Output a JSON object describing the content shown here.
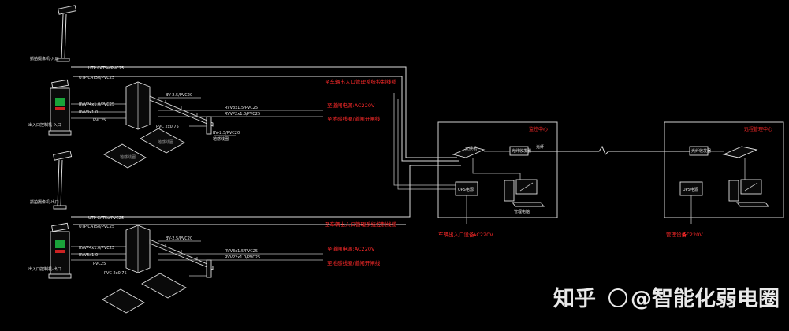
{
  "diagram": {
    "control_room_label": "监控中心",
    "remote_room_label": "远程管理中心",
    "power_label_a": "AC220V",
    "power_label_b": "AC220V",
    "power_prefix": "车辆出入口设备:",
    "power_prefix_b": "管理设备:",
    "top_cable": {
      "red_title": "至车辆出入口管理系统控制线缆",
      "red_power": "至道闸电源:AC220V",
      "red_loop": "至地感线圈/道闸开闸线",
      "cable_a": "UTP CAT5e/PVC25",
      "cable_b": "UTP CAT5e/PVC25",
      "cable_c": "RVVP4x1.0/PVC25",
      "cable_d": "RVV3x1.0",
      "cable_e": "PVC25",
      "cable_f": "RVV3x1.5/PVC25",
      "cable_g": "RVVP2x1.0/PVC25",
      "cable_h": "BV-2.5/PVC20",
      "cable_i": "PVC 2x0.75",
      "cable_j": "BV-2.5/PVC20",
      "loop_caption": "地感线圈"
    },
    "bottom_cable": {
      "red_title": "至车辆出入口管理系统控制线缆",
      "red_power": "至道闸电源:AC220V",
      "red_loop": "至地感线圈/道闸开闸线",
      "cable_a": "UTP CAT5e/PVC25",
      "cable_b": "UTP CAT5e/PVC25",
      "cable_c": "RVVP4x1.0/PVC25",
      "cable_d": "RVV3x1.0",
      "cable_e": "PVC25",
      "cable_f": "RVV3x1.5/PVC25",
      "cable_g": "RVVP2x1.0/PVC25",
      "cable_h": "BV-2.5/PVC20",
      "cable_i": "PVC 2x0.75"
    },
    "camera_labels": [
      "抓拍摄像机-入口",
      "出入口控制机-入口",
      "抓拍摄像机-出口",
      "出入口控制机-出口"
    ],
    "switch_label": "交换机",
    "converter_label": "光纤收发器",
    "converter_label_remote": "光纤收发器",
    "server_label": "管理电脑",
    "ups_label": "UPS电源",
    "ups_label_remote": "UPS电源",
    "fiber_label": "光纤"
  },
  "watermark": {
    "site": "知乎",
    "author": "@智能化弱电圈"
  }
}
